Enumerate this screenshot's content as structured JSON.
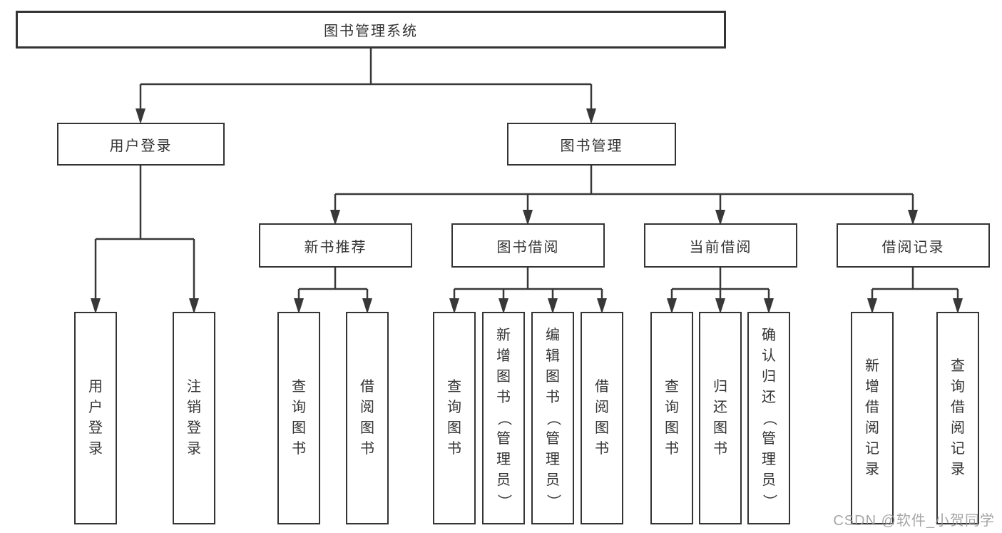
{
  "tree": {
    "root_label": "图书管理系统",
    "children": [
      {
        "label": "用户登录",
        "children": [
          "用户登录",
          "注销登录"
        ]
      },
      {
        "label": "图书管理",
        "children": [
          {
            "label": "新书推荐",
            "children": [
              "查询图书",
              "借阅图书"
            ]
          },
          {
            "label": "图书借阅",
            "children": [
              "查询图书",
              "新增图书（管理员）",
              "编辑图书（管理员）",
              "借阅图书"
            ]
          },
          {
            "label": "当前借阅",
            "children": [
              "查询图书",
              "归还图书",
              "确认归还（管理员）"
            ]
          },
          {
            "label": "借阅记录",
            "children": [
              "新增借阅记录",
              "查询借阅记录"
            ]
          }
        ]
      }
    ]
  },
  "watermark": {
    "text": "CSDN @软件_小贺同学"
  },
  "colors": {
    "line": "#383838",
    "border": "#343434",
    "text": "#333333",
    "watermark": "#969696",
    "background": "#ffffff"
  }
}
